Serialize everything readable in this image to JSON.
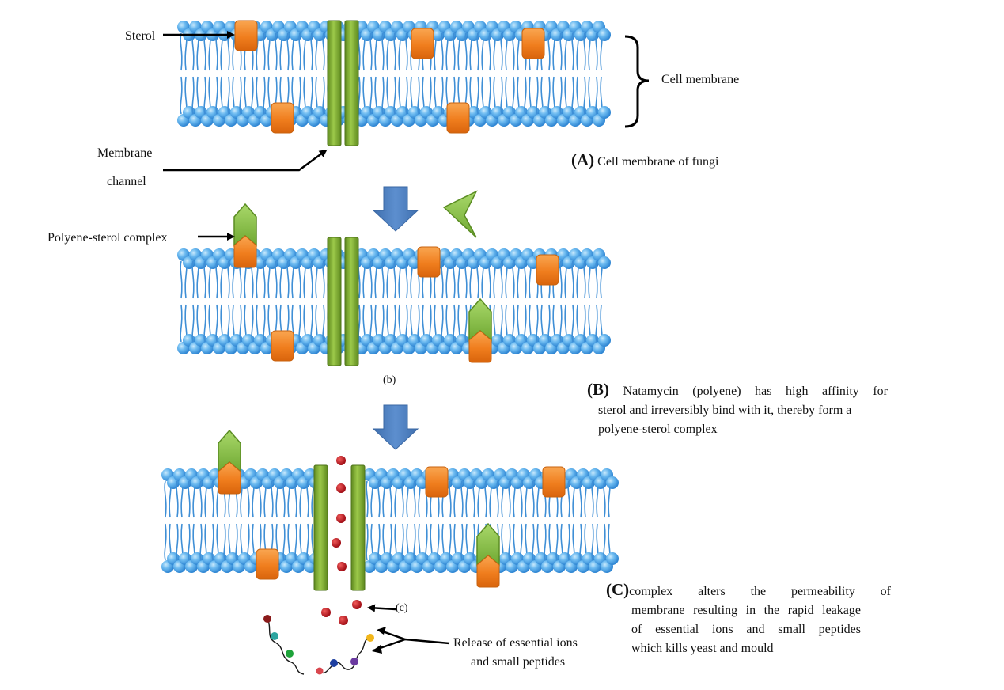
{
  "labels": {
    "sterol": "Sterol",
    "cell_membrane": "Cell membrane",
    "membrane_channel_1": "Membrane",
    "membrane_channel_2": "channel",
    "polyene_sterol_complex": "Polyene-sterol  complex",
    "panel_b": "(b)",
    "panel_c": "(c)",
    "release_1": "Release of essential ions",
    "release_2": "and small peptides"
  },
  "captions": {
    "a": {
      "letter": "(A)",
      "text": "Cell membrane  of fungi"
    },
    "b": {
      "letter": "(B)",
      "line1": "Natamycin  (polyene)  has  high  affinity  for",
      "line2": "sterol and irreversibly bind with it, thereby form a",
      "line3": "polyene-sterol  complex"
    },
    "c": {
      "letter": "(C)",
      "line1": "complex  alters  the  permeability  of",
      "line2": "membrane resulting in the rapid leakage",
      "line3": "of  essential  ions  and  small  peptides",
      "line4": "which kills  yeast and mould"
    }
  },
  "colors": {
    "lipid_head": "#5aaee8",
    "lipid_tail": "#3f8fd6",
    "sterol": "#f07e1e",
    "channel": "#7aa52e",
    "polyene": "#8cc63f",
    "arrow": "#4f7fbf",
    "ion": "#c1121c"
  }
}
